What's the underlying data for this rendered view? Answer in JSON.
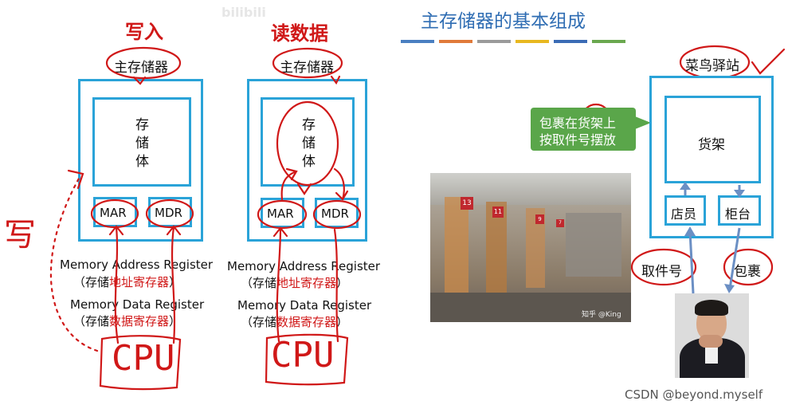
{
  "left_panel": {
    "write_label": "写入",
    "read_label": "读数据",
    "watermark": "bilibili",
    "main_memory": "主存储器",
    "storage_body": "存\n储\n体",
    "mar": "MAR",
    "mdr": "MDR",
    "mar_full": "Memory Address Register",
    "mar_cn_prefix": "（存储",
    "mar_cn_highlight": "地址寄存器",
    "mar_cn_suffix": "）",
    "mdr_full": "Memory Data Register",
    "mdr_cn_prefix": "（存储",
    "mdr_cn_highlight": "数据寄存器",
    "mdr_cn_suffix": "）",
    "cpu": "CPU",
    "write_side": "写"
  },
  "right_panel": {
    "title": "主存储器的基本组成",
    "stripe_colors": [
      "#4a7fc1",
      "#e07a3a",
      "#9a9a9a",
      "#e8b820",
      "#3b6bb5",
      "#6aa84f"
    ],
    "station": "菜鸟驿站",
    "callout_line1": "包裹在货架上",
    "callout_line2": "按取件号摆放",
    "shelf": "货架",
    "clerk": "店员",
    "counter": "柜台",
    "pickup_code": "取件号",
    "parcel": "包裹",
    "photo_caption": "知乎 @King",
    "shelf_numbers": [
      "13",
      "11",
      "9",
      "7"
    ]
  },
  "footer": {
    "credit": "CSDN @beyond.myself"
  },
  "colors": {
    "accent": "#2aa3d8",
    "annotation": "#d01818",
    "callout": "#5aa64a"
  }
}
